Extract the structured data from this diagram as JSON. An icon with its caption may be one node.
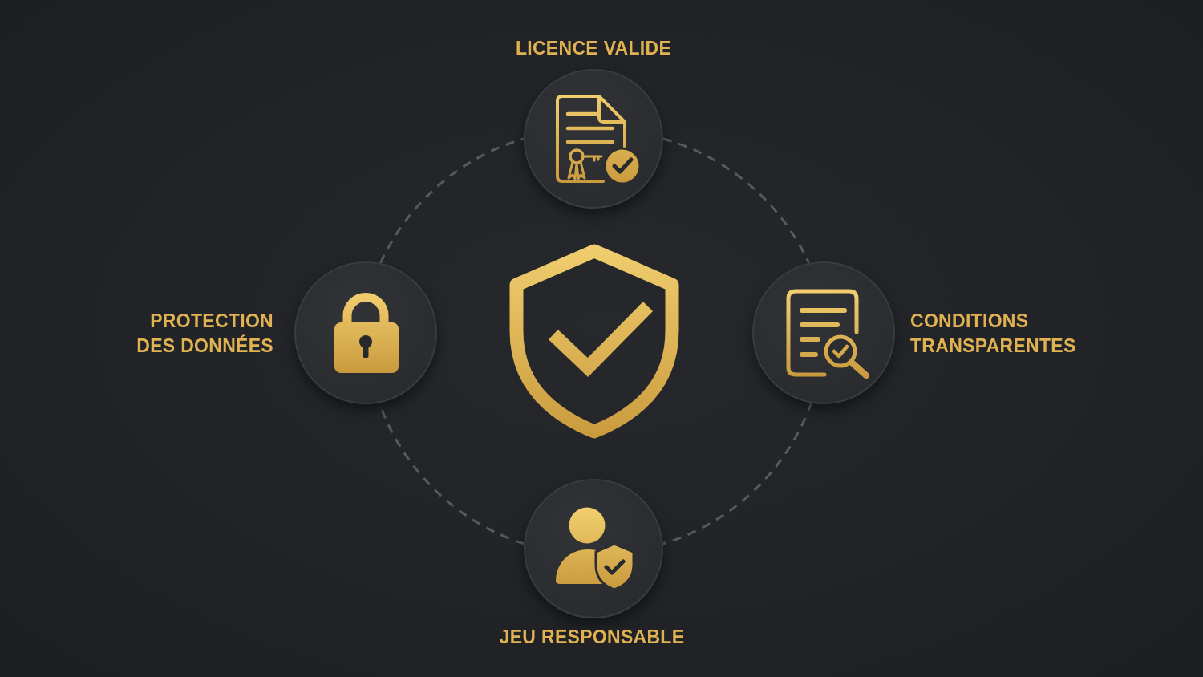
{
  "diagram": {
    "nodes": [
      {
        "text": [
          "LICENCE VALIDE"
        ]
      },
      {
        "text": [
          "PROTECTION DES DONNÉES"
        ]
      },
      {
        "text": [
          "CONDITIONS TRANSPARENTES"
        ]
      },
      {
        "text": [
          "JEU RESPONSABLE"
        ]
      }
    ],
    "edges": [
      {
        "from": 0,
        "to": 2,
        "arrow": "none",
        "style": "dashed"
      },
      {
        "from": 2,
        "to": 3,
        "arrow": "none",
        "style": "dashed"
      },
      {
        "from": 3,
        "to": 1,
        "arrow": "none",
        "style": "dashed"
      },
      {
        "from": 1,
        "to": 0,
        "arrow": "none",
        "style": "dashed"
      }
    ]
  }
}
